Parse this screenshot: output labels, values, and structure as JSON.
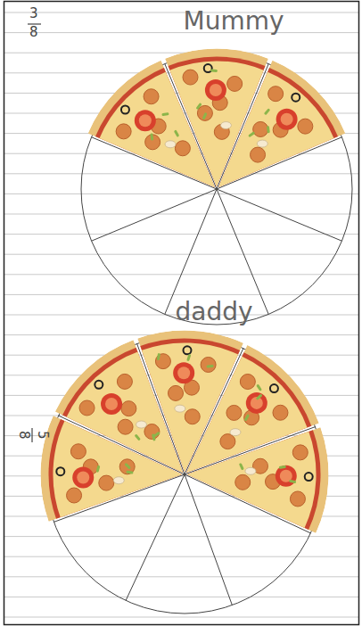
{
  "diagram": {
    "labels": [
      "3",
      "8",
      "Mummy",
      "daddy",
      "5",
      "8"
    ]
  }
}
